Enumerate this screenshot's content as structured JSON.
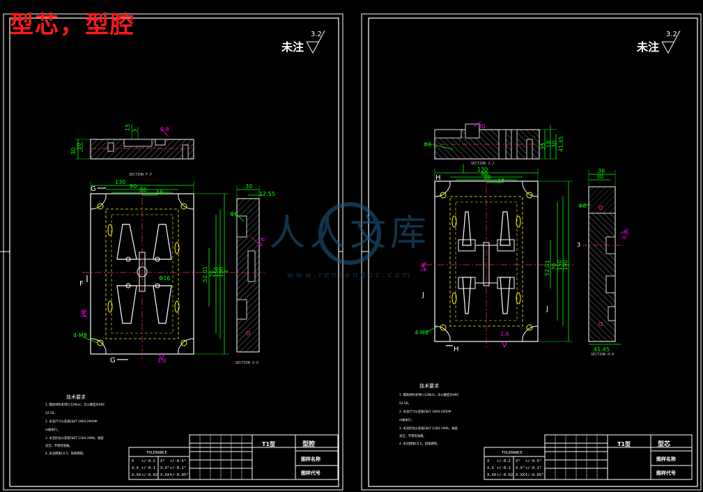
{
  "header": {
    "title": "型芯，型腔"
  },
  "left_sheet": {
    "surface_note": "未注",
    "roughness": "3.2",
    "section_top": "SECTION F-F",
    "section_side": "SECTION G-G",
    "cut_letters": {
      "g": "G",
      "f": "F"
    },
    "dims": {
      "d15": "15",
      "d3": "3",
      "r08": "0.8",
      "d30": "30",
      "d20": "20",
      "w130": "130",
      "w90": "90",
      "w88": "88",
      "w18": "18",
      "h52": "52.01",
      "h70": "70",
      "h150": "150",
      "h190": "190",
      "h2": "2",
      "s30": "30",
      "s1755": "17.55",
      "phi6": "Φ6",
      "r08b": "0.8",
      "phi16": "Φ16",
      "m8": "4-M8",
      "v16a": "1.6",
      "v16b": "1.6"
    },
    "tech_title": "技术要求",
    "tech_lines": [
      "1. 模具材料采用Cr12MoV，淬火硬度为HRC",
      "   52-56。",
      "2. 未注尺寸公差按GB/T 1804-2000中",
      "   m级执行。",
      "3. 未注形位公差按GB/T 1184-1996，表面",
      "   光洁，不得有划痕。",
      "4. 未注倒角C0.5，锐角倒钝。"
    ],
    "tolerance": {
      "title": "TOLERANCE",
      "rows": [
        [
          "X",
          "+/-0.2",
          "X°",
          "+/-0.5°"
        ],
        [
          "X.X",
          "+/-0.1",
          "X.X°",
          "+/-0.1°"
        ],
        [
          "X.XX",
          "+/-0.02",
          "X.XX°",
          "+/-0.05°"
        ]
      ]
    },
    "title_block": {
      "code": "T1型",
      "part_name": "型腔",
      "name_label": "图样名称",
      "code_label": "图样代号"
    }
  },
  "right_sheet": {
    "surface_note": "未注",
    "roughness": "3.2",
    "section_top": "SECTION J-J",
    "section_side": "SECTION H-H",
    "cut_letters": {
      "h": "H",
      "j": "J"
    },
    "dims": {
      "r30": "30",
      "phi6": "Φ6",
      "w130": "130",
      "w90": "90",
      "w88": "88",
      "w18": "18",
      "h52": "52.01",
      "h70": "70",
      "h150": "150",
      "h190": "190",
      "s36": "36",
      "s30": "30",
      "s4145": "41.45",
      "m8": "4-M8",
      "phi6b": "Φ6",
      "r08": "0.8",
      "v16a": "1.6",
      "v16b": "1.6",
      "d3": "3",
      "t35": "35",
      "t18": "18",
      "t30": "30",
      "t4145": "41.45"
    },
    "tech_title": "技术要求",
    "tech_lines": [
      "1. 模具材料采用Cr12MoV，淬火硬度为HRC",
      "   52-56。",
      "2. 未注尺寸公差按GB/T 1804-2000中",
      "   m级执行。",
      "3. 未注形位公差按GB/T 1184-1996，表面",
      "   光洁，不得有划痕。",
      "4. 未注倒角C0.5，锐角倒钝。"
    ],
    "tolerance": {
      "title": "TOLERANCE",
      "rows": [
        [
          "X",
          "+/-0.2",
          "X°",
          "+/-0.5°"
        ],
        [
          "X.X",
          "+/-0.1",
          "X.X°",
          "+/-0.1°"
        ],
        [
          "X.XX",
          "+/-0.02",
          "X.XX°",
          "+/-0.05°"
        ]
      ]
    },
    "title_block": {
      "code": "T1型",
      "part_name": "型芯",
      "name_label": "图样名称",
      "code_label": "图样代号"
    }
  },
  "watermark": {
    "brand": "人人文库",
    "url": "www.renrendoc.com"
  },
  "colors": {
    "bg": "#000000",
    "frame": "#ffffff",
    "dim": "#00ff00",
    "center": "#ff3030",
    "hidden": "#ffff00",
    "accent": "#ff00ff",
    "hatch": "#8a8a8a",
    "title": "#ff1a1a"
  }
}
